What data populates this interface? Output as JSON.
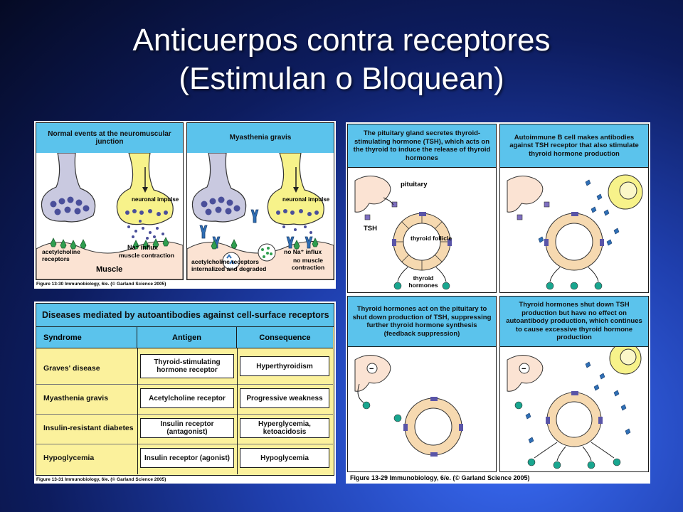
{
  "slide": {
    "title_line1": "Anticuerpos contra receptores",
    "title_line2": "(Estimulan o Bloquean)"
  },
  "nmj": {
    "normal_title": "Normal events at the neuromuscular junction",
    "mg_title": "Myasthenia gravis",
    "neuronal_impulse": "neuronal impulse",
    "neuronal_impulse_mg": "neuronal impulse",
    "ach_receptors": "acetylcholine receptors",
    "na_influx": "Na⁺ influx",
    "muscle_contraction": "muscle contraction",
    "muscle": "Muscle",
    "internalized": "acetylcholine receptors internalized and degraded",
    "no_na_influx": "no Na⁺ influx",
    "no_muscle_contraction": "no muscle contraction",
    "figure_caption": "Figure 13-30 Immunobiology, 6/e. (© Garland Science 2005)"
  },
  "table": {
    "title": "Diseases mediated by autoantibodies against cell-surface receptors",
    "headers": [
      "Syndrome",
      "Antigen",
      "Consequence"
    ],
    "rows": [
      {
        "syndrome": "Graves' disease",
        "antigen": "Thyroid-stimulating hormone receptor",
        "consequence": "Hyperthyroidism"
      },
      {
        "syndrome": "Myasthenia gravis",
        "antigen": "Acetylcholine receptor",
        "consequence": "Progressive weakness"
      },
      {
        "syndrome": "Insulin-resistant diabetes",
        "antigen": "Insulin receptor (antagonist)",
        "consequence": "Hyperglycemia, ketoacidosis"
      },
      {
        "syndrome": "Hypoglycemia",
        "antigen": "Insulin receptor (agonist)",
        "consequence": "Hypoglycemia"
      }
    ],
    "figure_caption": "Figure 13-31 Immunobiology, 6/e. (© Garland Science 2005)"
  },
  "thyroid": {
    "q1_head": "The pituitary gland secretes thyroid-stimulating hormone (TSH), which acts on the thyroid to induce the release of thyroid hormones",
    "q2_head": "Autoimmune B cell makes antibodies against TSH receptor that also stimulate thyroid hormone production",
    "q3_head": "Thyroid hormones act on the pituitary to shut down production of TSH, suppressing further thyroid hormone synthesis (feedback suppression)",
    "q4_head": "Thyroid hormones shut down TSH production but have no effect on autoantibody production, which continues to cause excessive thyroid hormone production",
    "pituitary": "pituitary",
    "tsh": "TSH",
    "thyroid_follicle": "thyroid follicle",
    "thyroid_hormones": "thyroid hormones",
    "minus": "−",
    "figure_caption": "Figure 13-29 Immunobiology, 6/e. (© Garland Science 2005)"
  },
  "colors": {
    "header_blue": "#5bc3ec",
    "table_yellow": "#fbf19c",
    "muscle_pink": "#fbe3d3",
    "neuron_gray": "#c9c9e0",
    "neuron_yellow": "#f7f28a",
    "vesicle": "#4a4f9a",
    "receptor_green": "#2f9e4f",
    "antibody_blue": "#2f6fb6",
    "hormone_teal": "#19a68f",
    "follicle": "#f6d9b0"
  }
}
